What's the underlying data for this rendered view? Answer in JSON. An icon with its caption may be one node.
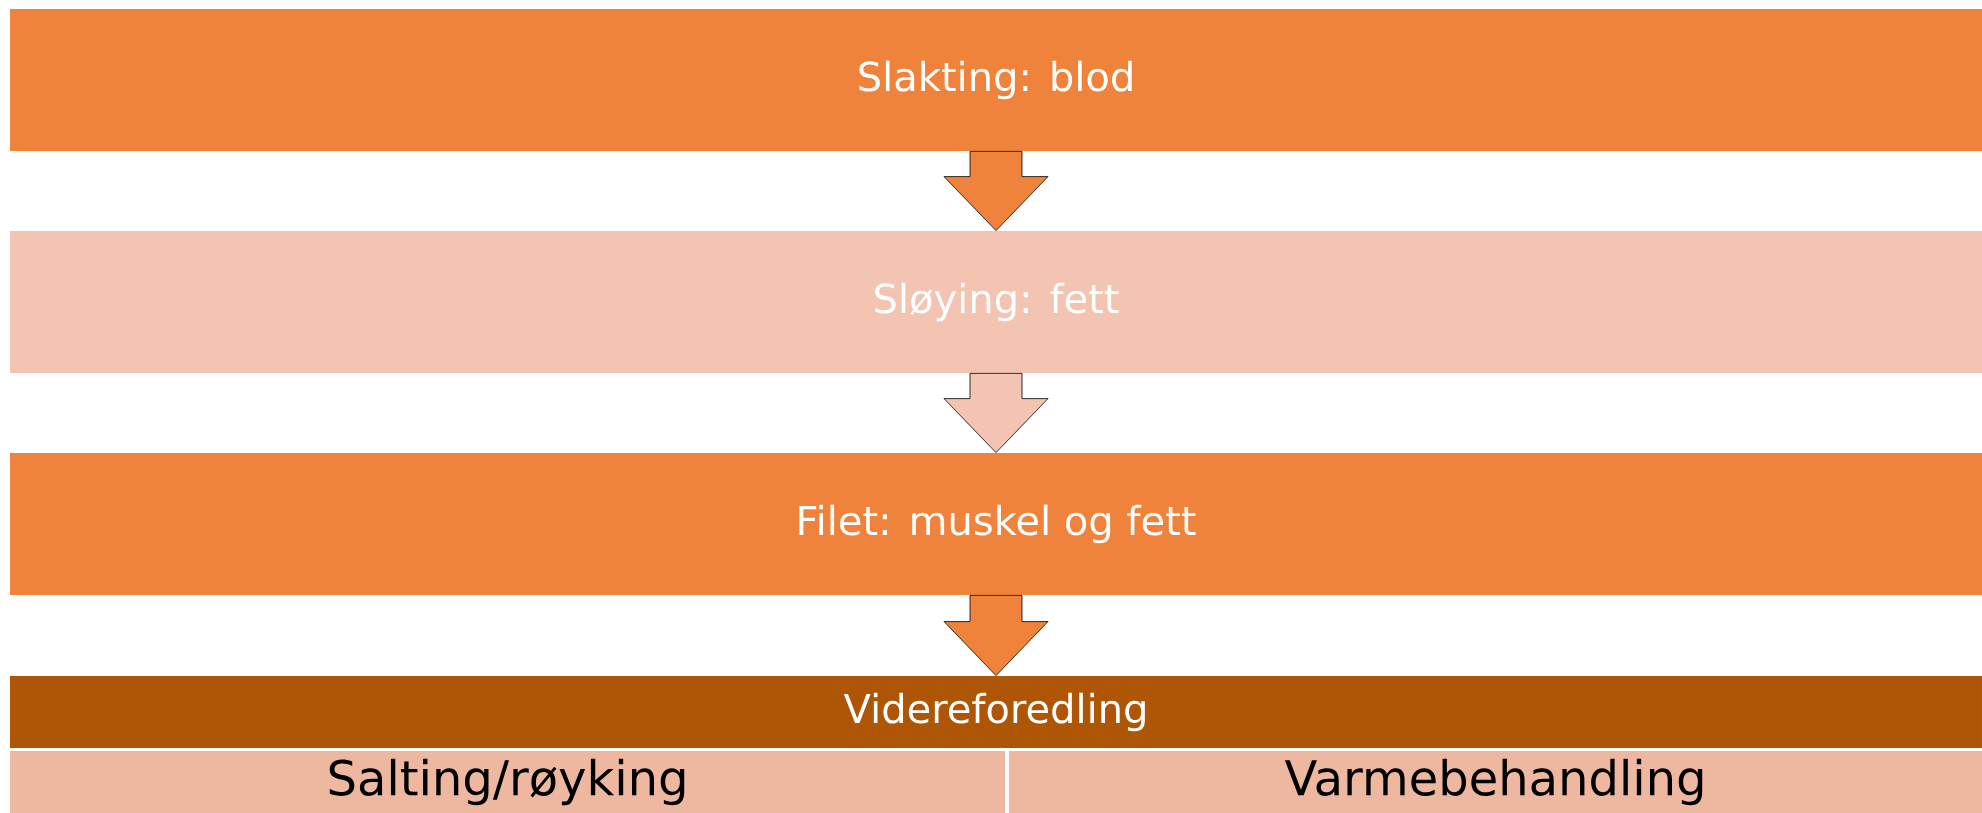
{
  "diagram": {
    "nodes": [
      {
        "text": [
          "Slakting: blod"
        ]
      },
      {
        "text": [
          "Sløying: fett"
        ]
      },
      {
        "text": [
          "Filet: muskel og fett"
        ]
      },
      {
        "text": [
          "Videreforedling"
        ]
      },
      {
        "text": [
          "Salting/røyking"
        ]
      },
      {
        "text": [
          "Varmebehandling"
        ]
      }
    ],
    "edges": [
      {
        "from": 0,
        "to": 1,
        "arrow": "to"
      },
      {
        "from": 1,
        "to": 2,
        "arrow": "to",
        "color": "#f3c4b1"
      },
      {
        "from": 2,
        "to": 3,
        "arrow": "to"
      }
    ]
  }
}
